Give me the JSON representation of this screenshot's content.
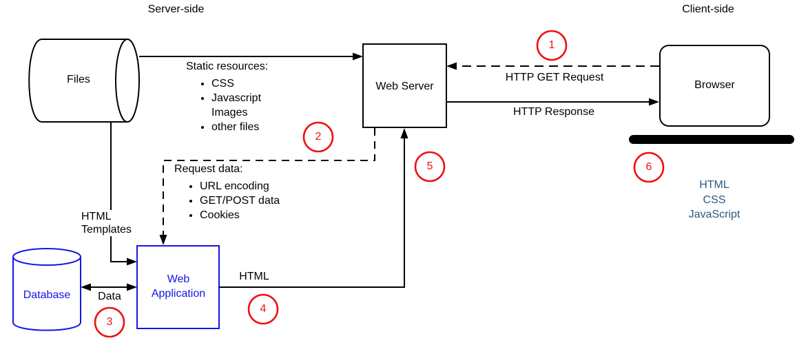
{
  "regions": {
    "server_side": "Server-side",
    "client_side": "Client-side"
  },
  "nodes": {
    "files": "Files",
    "web_server": "Web Server",
    "browser": "Browser",
    "database": "Database",
    "web_application": "Web Application"
  },
  "edge_labels": {
    "http_get_request": "HTTP GET Request",
    "http_response": "HTTP Response",
    "html_templates": "HTML Templates",
    "data": "Data",
    "html": "HTML"
  },
  "static_resources": {
    "title": "Static resources:",
    "items": [
      "CSS",
      "Javascript",
      "Images",
      "other files"
    ]
  },
  "request_data": {
    "title": "Request data:",
    "items": [
      "URL encoding",
      "GET/POST data",
      "Cookies"
    ]
  },
  "client_technologies": [
    "HTML",
    "CSS",
    "JavaScript"
  ],
  "steps": [
    "1",
    "2",
    "3",
    "4",
    "5",
    "6"
  ],
  "colors": {
    "line": "#000000",
    "step_circle": "#ee1111",
    "blue_node": "#1414e8",
    "client_tech_text": "#2a5784",
    "bg": "#ffffff"
  }
}
